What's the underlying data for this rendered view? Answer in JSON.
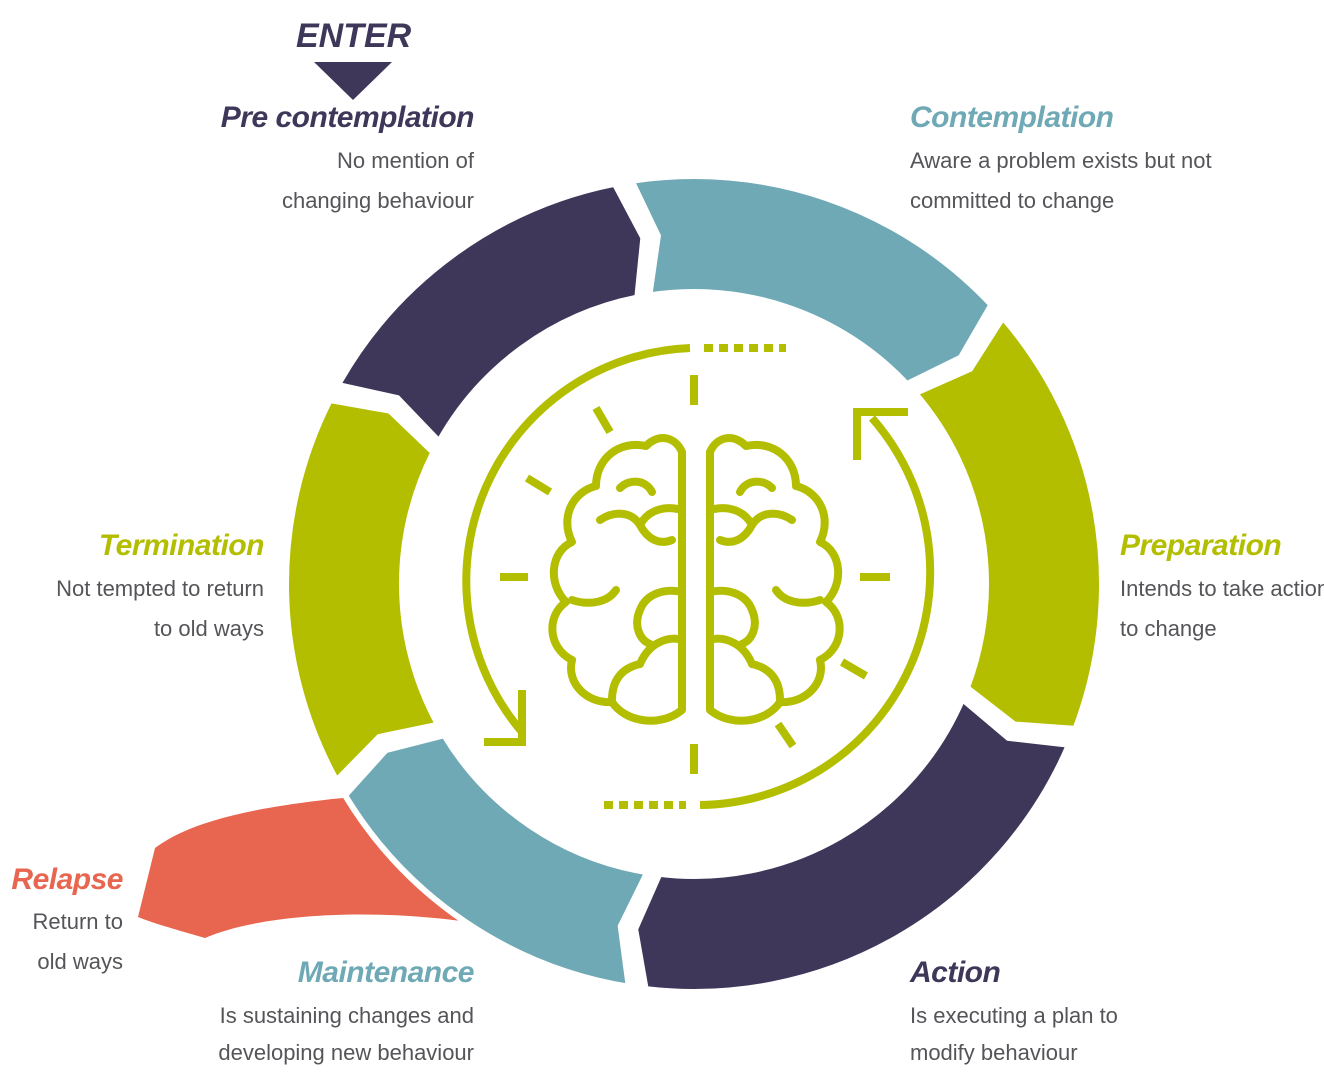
{
  "colors": {
    "navy": "#3e3759",
    "teal": "#6ea9b5",
    "lime": "#b3be00",
    "coral": "#e8654f",
    "text": "#555559"
  },
  "enter_label": "ENTER",
  "stages": {
    "precontemplation": {
      "title": "Pre contemplation",
      "desc_line1": "No mention of",
      "desc_line2": "changing behaviour"
    },
    "contemplation": {
      "title": "Contemplation",
      "desc_line1": "Aware a problem exists but not",
      "desc_line2": "committed to change"
    },
    "preparation": {
      "title": "Preparation",
      "desc_line1": "Intends to take action",
      "desc_line2": "to change"
    },
    "action": {
      "title": "Action",
      "desc_line1": "Is executing a plan to",
      "desc_line2": "modify behaviour"
    },
    "maintenance": {
      "title": "Maintenance",
      "desc_line1": "Is sustaining changes and",
      "desc_line2": "developing new behaviour"
    },
    "termination": {
      "title": "Termination",
      "desc_line1": "Not tempted to return",
      "desc_line2": "to old ways"
    },
    "relapse": {
      "title": "Relapse",
      "desc_line1": "Return to",
      "desc_line2": "old ways"
    }
  },
  "center_icon": "brain-icon"
}
